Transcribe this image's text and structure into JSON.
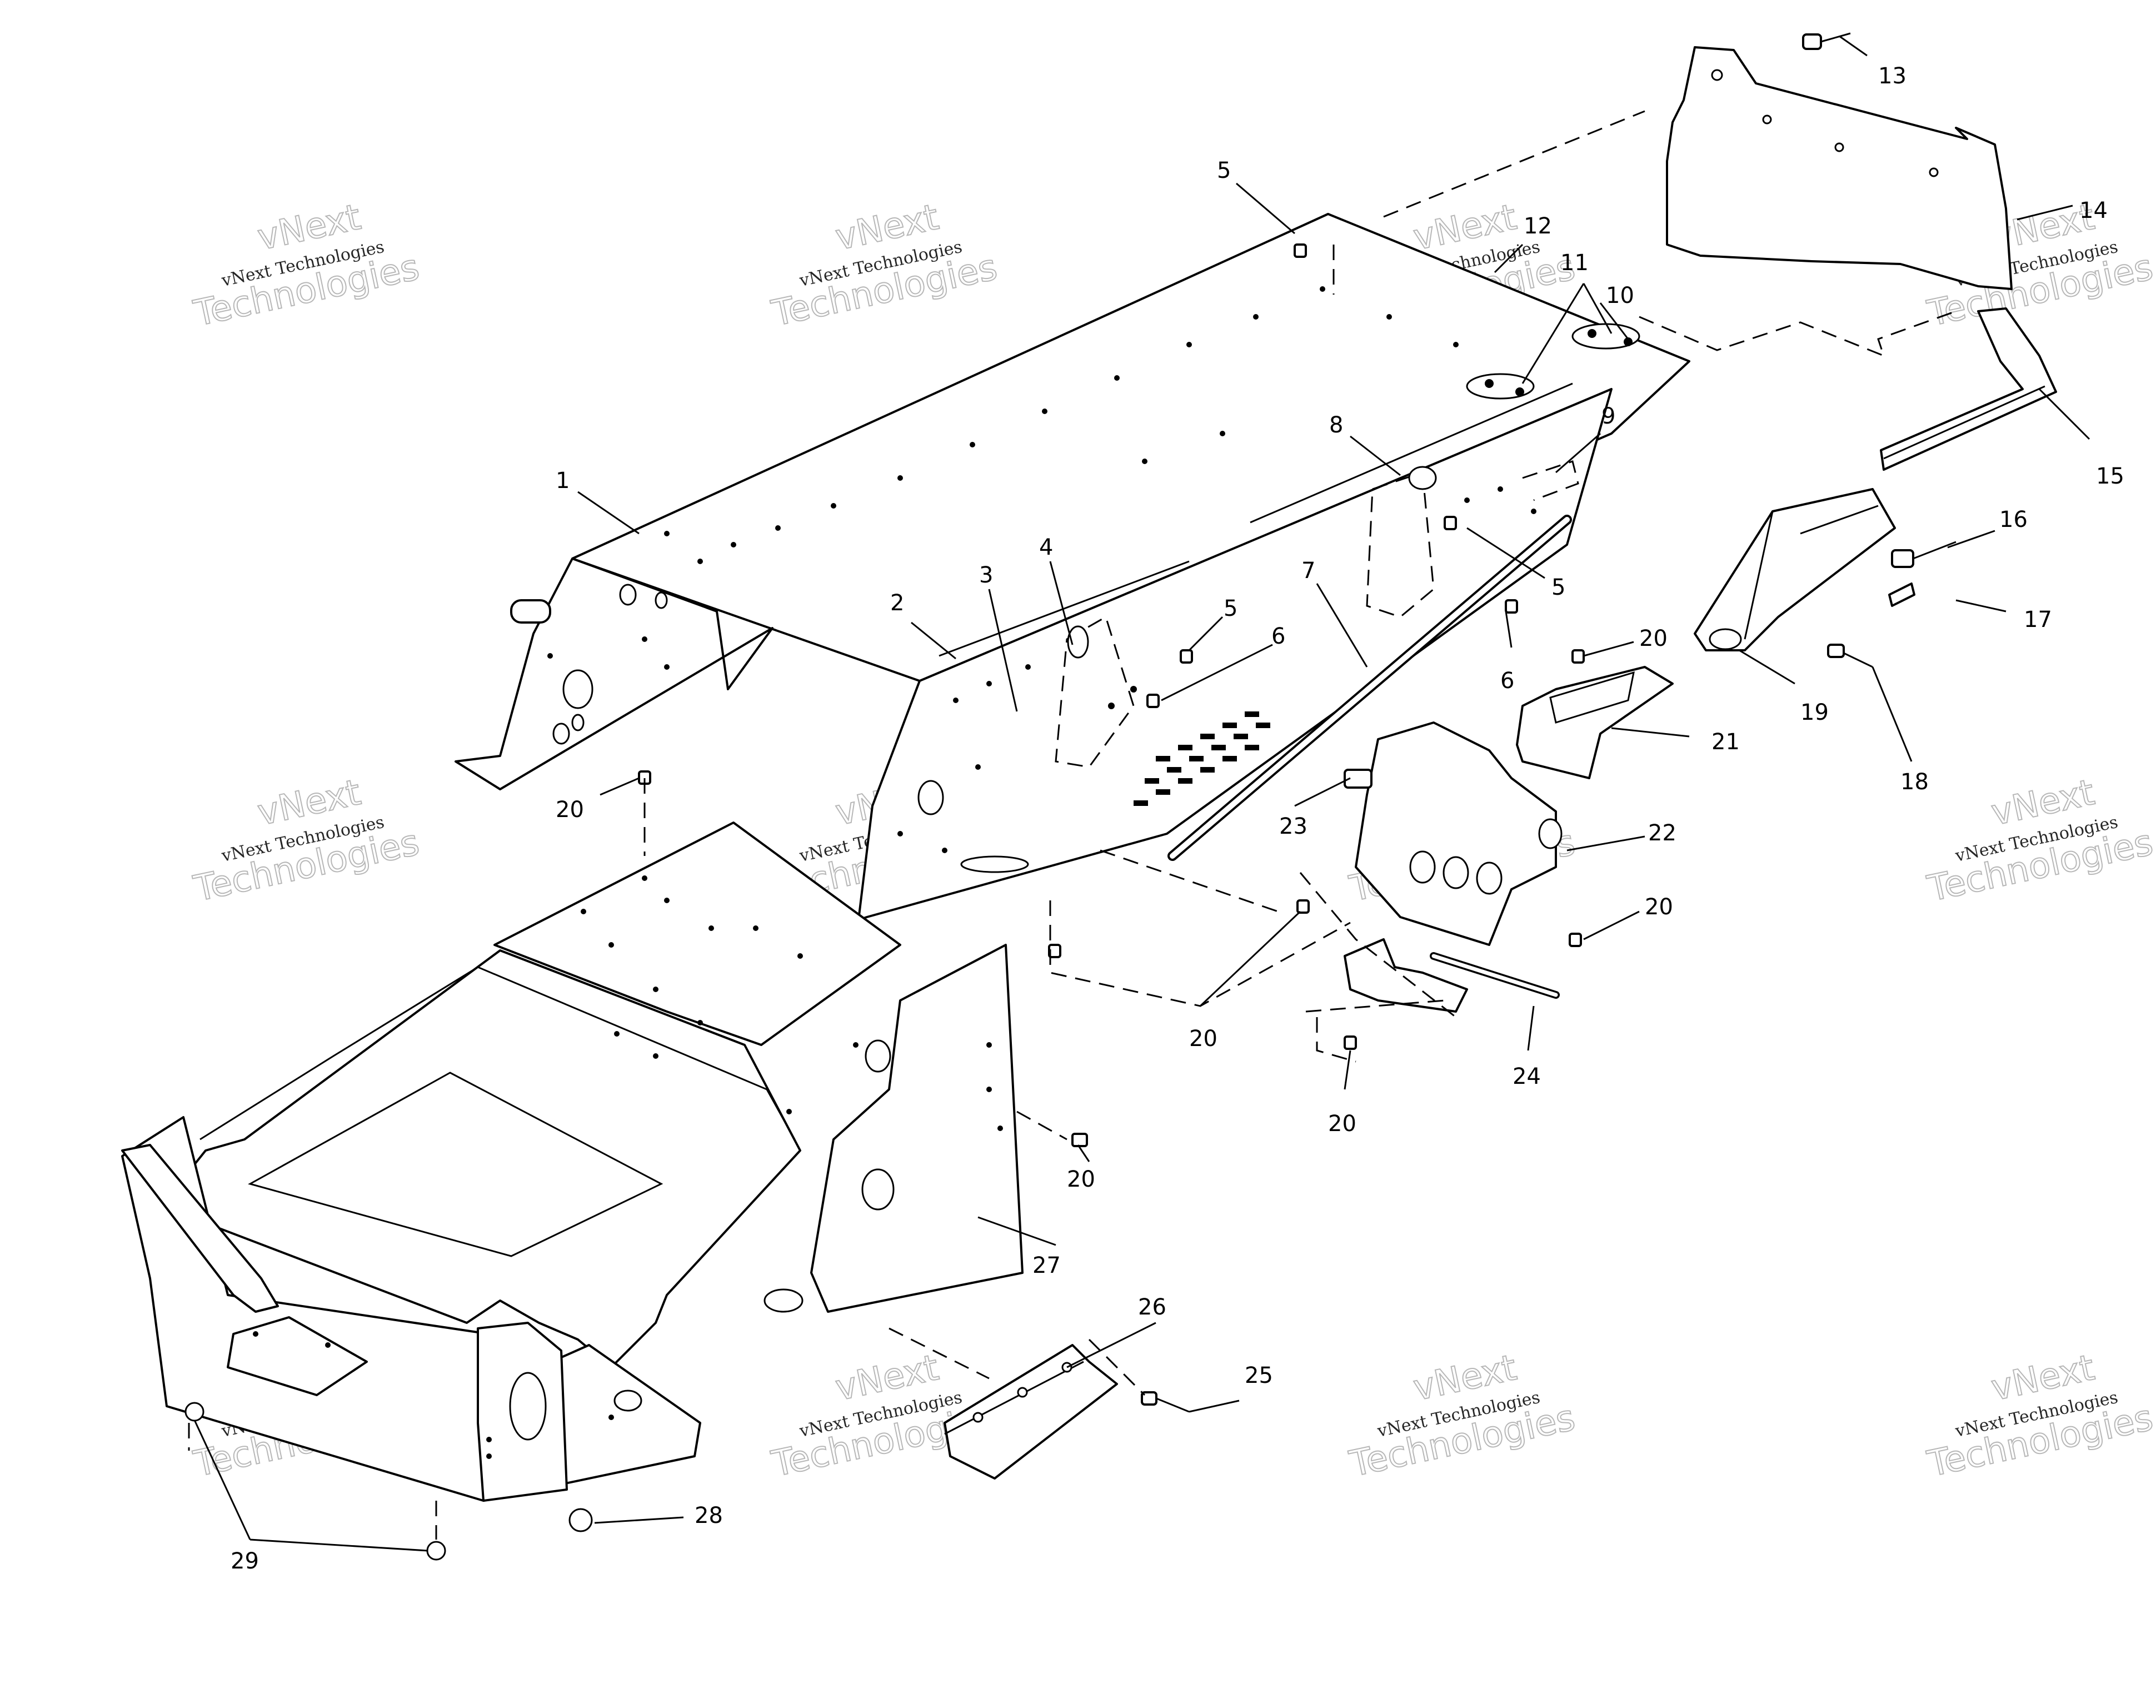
{
  "callouts": [
    {
      "id": "c1",
      "label": "1"
    },
    {
      "id": "c2",
      "label": "2"
    },
    {
      "id": "c3",
      "label": "3"
    },
    {
      "id": "c4",
      "label": "4"
    },
    {
      "id": "c5a",
      "label": "5"
    },
    {
      "id": "c5b",
      "label": "5"
    },
    {
      "id": "c5c",
      "label": "5"
    },
    {
      "id": "c6a",
      "label": "6"
    },
    {
      "id": "c6b",
      "label": "6"
    },
    {
      "id": "c7",
      "label": "7"
    },
    {
      "id": "c8",
      "label": "8"
    },
    {
      "id": "c9",
      "label": "9"
    },
    {
      "id": "c10",
      "label": "10"
    },
    {
      "id": "c11",
      "label": "11"
    },
    {
      "id": "c12",
      "label": "12"
    },
    {
      "id": "c13",
      "label": "13"
    },
    {
      "id": "c14",
      "label": "14"
    },
    {
      "id": "c15",
      "label": "15"
    },
    {
      "id": "c16",
      "label": "16"
    },
    {
      "id": "c17",
      "label": "17"
    },
    {
      "id": "c18",
      "label": "18"
    },
    {
      "id": "c19",
      "label": "19"
    },
    {
      "id": "c20a",
      "label": "20"
    },
    {
      "id": "c20b",
      "label": "20"
    },
    {
      "id": "c20c",
      "label": "20"
    },
    {
      "id": "c20d",
      "label": "20"
    },
    {
      "id": "c20e",
      "label": "20"
    },
    {
      "id": "c20f",
      "label": "20"
    },
    {
      "id": "c21",
      "label": "21"
    },
    {
      "id": "c22",
      "label": "22"
    },
    {
      "id": "c23",
      "label": "23"
    },
    {
      "id": "c24",
      "label": "24"
    },
    {
      "id": "c25",
      "label": "25"
    },
    {
      "id": "c26",
      "label": "26"
    },
    {
      "id": "c27",
      "label": "27"
    },
    {
      "id": "c28",
      "label": "28"
    },
    {
      "id": "c29",
      "label": "29"
    }
  ],
  "watermark": {
    "line1": "vNext",
    "line2": "vNext Technologies",
    "line3": "Technologies"
  }
}
